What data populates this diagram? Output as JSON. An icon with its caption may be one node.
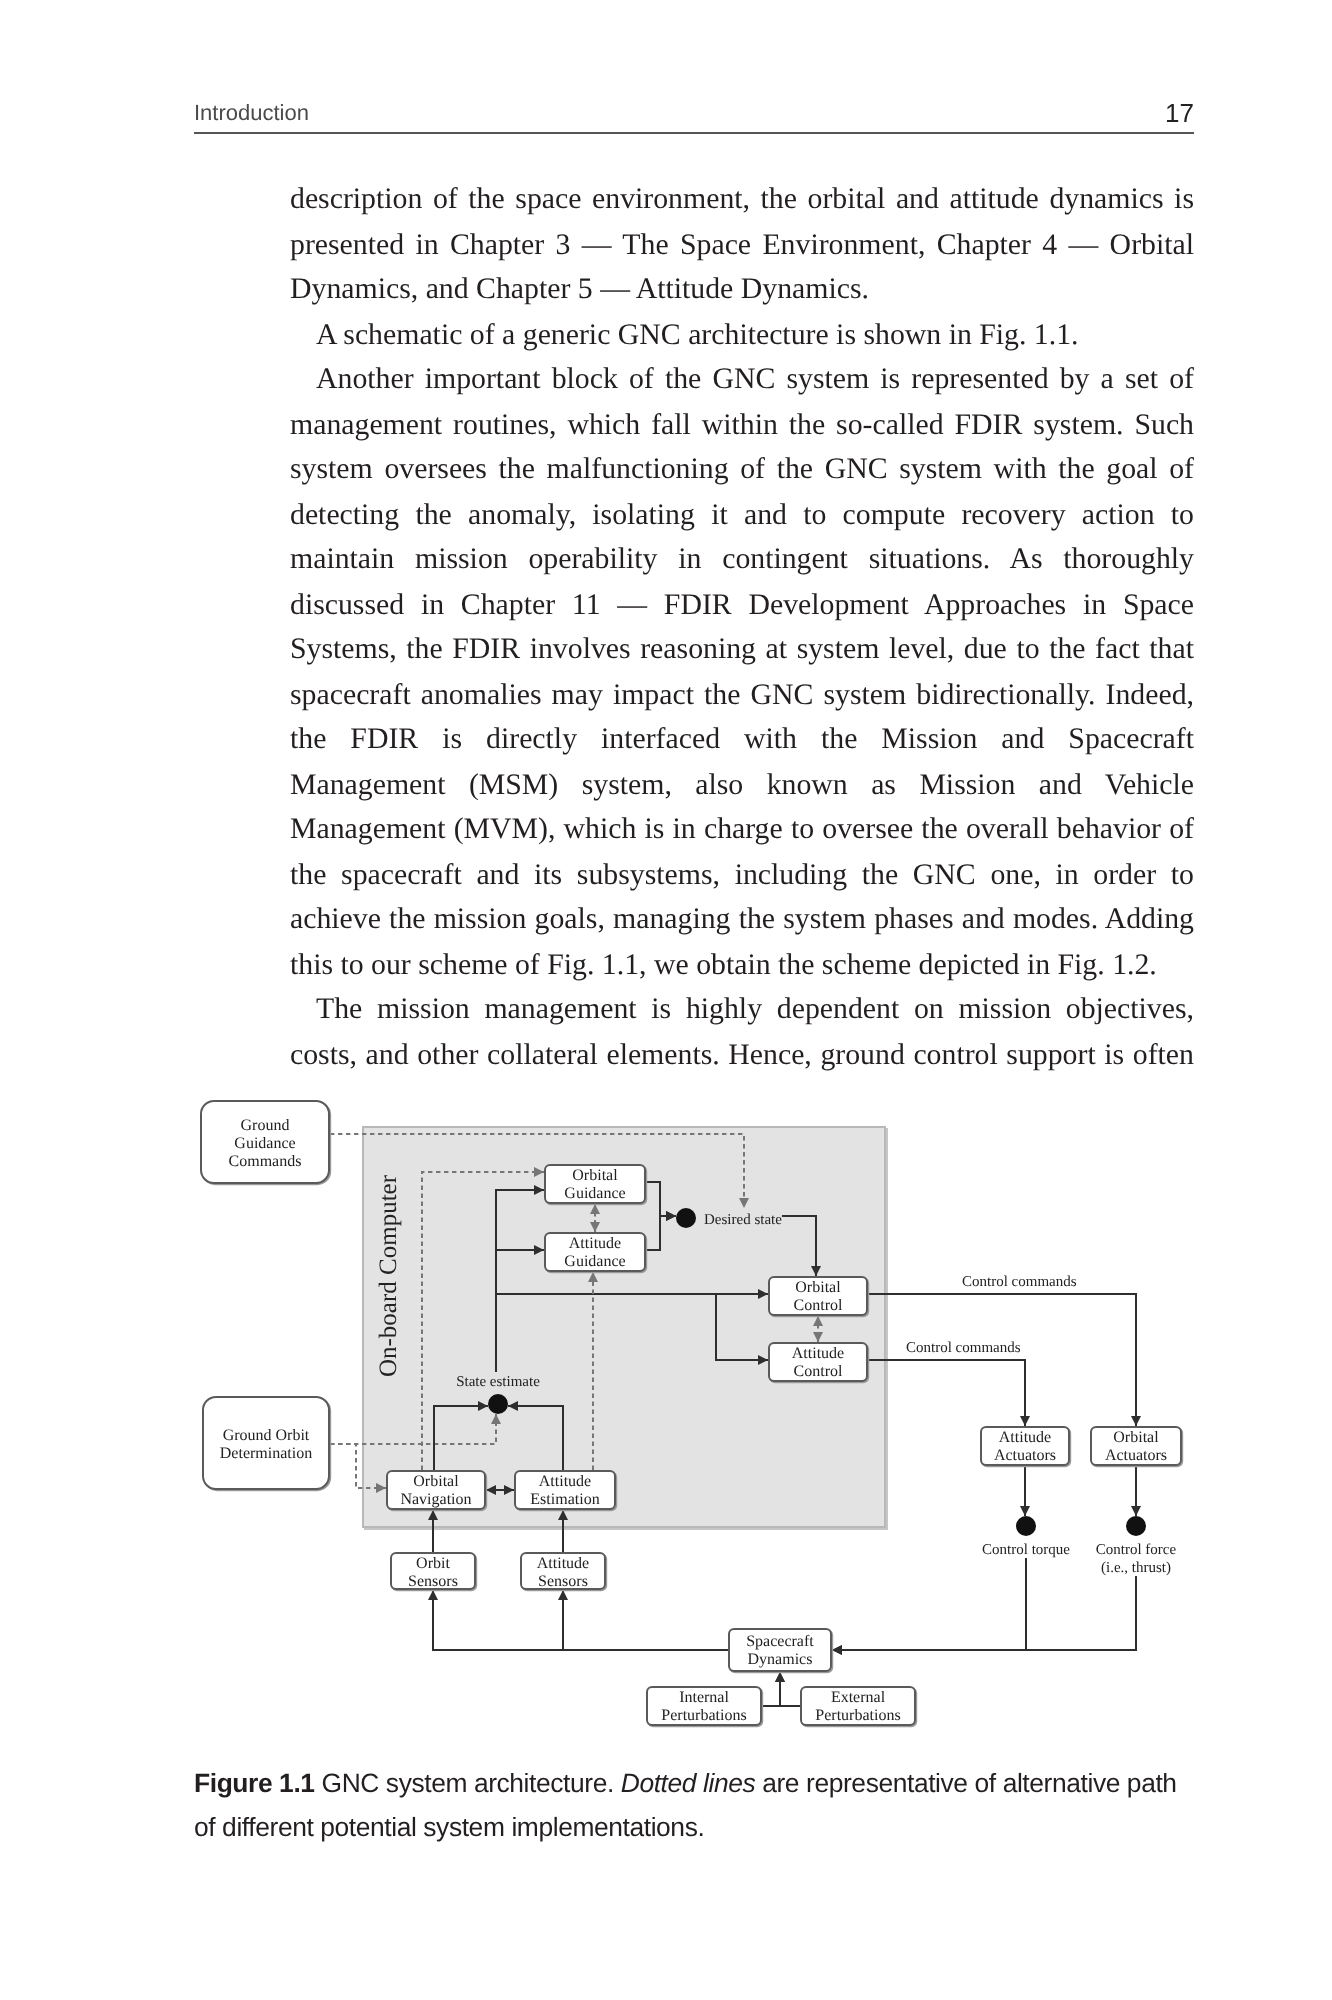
{
  "diagram": {
    "caption": "**Figure 1.1** GNC system architecture. *Dotted lines* are representative of alternative path of different potential system implementations.",
    "nodes": [
      {
        "text": [
          "Ground Guidance Commands"
        ]
      },
      {
        "text": [
          "On-board Computer"
        ]
      },
      {
        "text": [
          "Orbital Guidance"
        ],
        "in": 1
      },
      {
        "text": [
          "Attitude Guidance"
        ],
        "in": 1
      },
      {
        "text": [
          "Desired state"
        ],
        "in": 1
      },
      {
        "text": [
          "Orbital Control"
        ],
        "in": 1
      },
      {
        "text": [
          "Attitude Control"
        ],
        "in": 1
      },
      {
        "text": [
          "State estimate"
        ],
        "in": 1
      },
      {
        "text": [
          "Ground Orbit Determination"
        ]
      },
      {
        "text": [
          "Attitude Actuators"
        ]
      },
      {
        "text": [
          "Orbital Actuators"
        ]
      },
      {
        "text": [
          "Orbital Navigation"
        ],
        "in": 1
      },
      {
        "text": [
          "Attitude Estimation"
        ],
        "in": 1
      },
      {
        "text": [
          "Control torque"
        ]
      },
      {
        "text": [
          "Control force (i.e., thrust)"
        ]
      },
      {
        "text": [
          "Orbit Sensors"
        ]
      },
      {
        "text": [
          "Attitude Sensors"
        ]
      },
      {
        "text": [
          "Spacecraft Dynamics"
        ]
      },
      {
        "text": [
          "Internal Perturbations"
        ]
      },
      {
        "text": [
          "External Perturbations"
        ]
      }
    ],
    "edges": [
      {
        "from": 0,
        "to": 4,
        "arrow": "to",
        "style": "dashed"
      },
      {
        "from": 2,
        "to": 3,
        "arrow": "both",
        "style": "dashed"
      },
      {
        "from": 2,
        "to": 4,
        "arrow": "to"
      },
      {
        "from": 3,
        "to": 4,
        "arrow": "to"
      },
      {
        "from": 4,
        "to": 5,
        "arrow": "to"
      },
      {
        "from": 5,
        "to": 6,
        "arrow": "both",
        "style": "dashed"
      },
      {
        "from": 7,
        "to": 2,
        "arrow": "to"
      },
      {
        "from": 7,
        "to": 3,
        "arrow": "to"
      },
      {
        "from": 7,
        "to": 5,
        "arrow": "to"
      },
      {
        "from": 7,
        "to": 6,
        "arrow": "to"
      },
      {
        "from": 11,
        "to": 2,
        "arrow": "to",
        "style": "dashed"
      },
      {
        "from": 12,
        "to": 3,
        "arrow": "to",
        "style": "dashed"
      },
      {
        "from": 8,
        "to": 7,
        "arrow": "to",
        "style": "dashed"
      },
      {
        "from": 8,
        "to": 11,
        "arrow": "to",
        "style": "dashed"
      },
      {
        "from": 11,
        "to": 7,
        "arrow": "to"
      },
      {
        "from": 12,
        "to": 7,
        "arrow": "to"
      },
      {
        "from": 11,
        "to": 12,
        "arrow": "both"
      },
      {
        "from": 5,
        "to": 10,
        "arrow": "to",
        "label": "Control commands"
      },
      {
        "from": 6,
        "to": 9,
        "arrow": "to",
        "label": "Control commands"
      },
      {
        "from": 9,
        "to": 13,
        "arrow": "to"
      },
      {
        "from": 10,
        "to": 14,
        "arrow": "to"
      },
      {
        "from": 13,
        "to": 17,
        "arrow": "to"
      },
      {
        "from": 14,
        "to": 17,
        "arrow": "to"
      },
      {
        "from": 17,
        "to": 15,
        "arrow": "to"
      },
      {
        "from": 17,
        "to": 16,
        "arrow": "to"
      },
      {
        "from": 15,
        "to": 11,
        "arrow": "to"
      },
      {
        "from": 16,
        "to": 12,
        "arrow": "to"
      },
      {
        "from": 18,
        "to": 17,
        "arrow": "to"
      },
      {
        "from": 19,
        "to": 17,
        "arrow": "to"
      }
    ],
    "labels": [
      "Introduction",
      "17",
      "description of the space environment, the orbital and attitude dynamics is presented in Chapter 3 — The Space Environment, Chapter 4 — Orbital Dynamics, and Chapter 5 — Attitude Dynamics.",
      "A schematic of a generic GNC architecture is shown in Fig. 1.1.",
      "Another important block of the GNC system is represented by a set of management routines, which fall within the so-called FDIR system. Such system oversees the malfunctioning of the GNC system with the goal of detecting the anomaly, isolating it and to compute recovery action to maintain mission operability in contingent situations. As thoroughly discussed in Chapter 11 — FDIR Development Approaches in Space Systems, the FDIR involves reasoning at system level, due to the fact that spacecraft anomalies may impact the GNC system bidirectionally. Indeed, the FDIR is directly interfaced with the Mission and Spacecraft Management (MSM) system, also known as Mission and Vehicle Management (MVM), which is in charge to oversee the overall behavior of the spacecraft and its subsystems, including the GNC one, in order to achieve the mission goals, managing the system phases and modes. Adding this to our scheme of Fig. 1.1, we obtain the scheme depicted in Fig. 1.2.",
      "The mission management is highly dependent on mission objectives, costs, and other collateral elements. Hence, ground control support is often"
    ]
  }
}
